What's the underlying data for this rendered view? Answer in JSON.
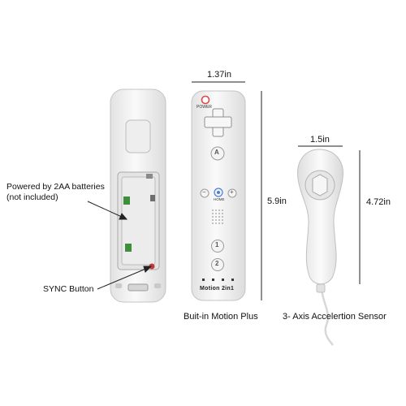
{
  "annotations": {
    "batteries_line1": "Powered by 2AA batteries",
    "batteries_line2": "(not included)",
    "sync": "SYNC Button"
  },
  "dimensions": {
    "remote_width": "1.37in",
    "remote_height": "5.9in",
    "nunchuk_width": "1.5in",
    "nunchuk_height": "4.72in"
  },
  "captions": {
    "remote": "Buit-in Motion Plus",
    "nunchuk": "3- Axis Accelertion Sensor"
  },
  "remote_face": {
    "power": "POWER",
    "a": "A",
    "minus": "−",
    "home": "HOME",
    "plus": "+",
    "one": "1",
    "two": "2",
    "branding": "Motion 2in1"
  },
  "colors": {
    "body": "#f2f2f2",
    "outline": "#c8c8c8",
    "power_red": "#d94a4a",
    "home_blue": "#4a7fd9",
    "battery_green": "#3f8f3a",
    "cable": "#dcdcdc"
  }
}
